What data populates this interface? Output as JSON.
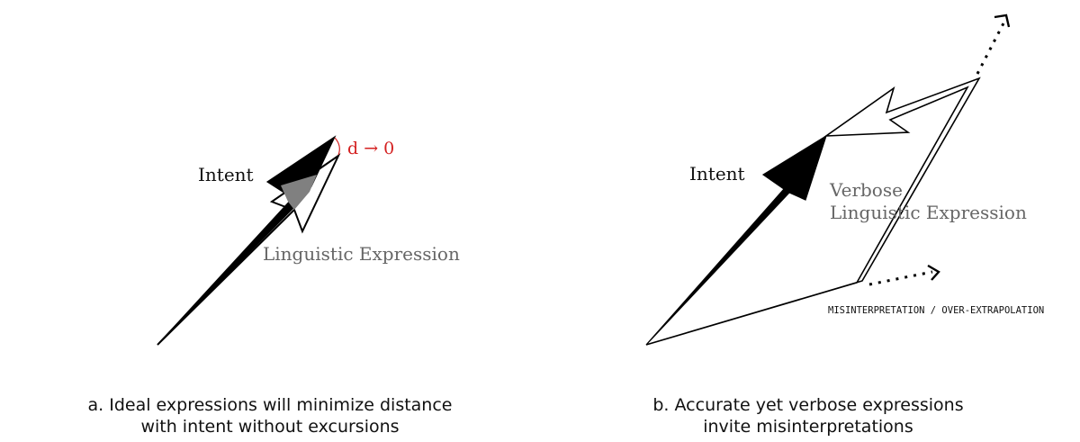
{
  "panel_a": {
    "intent_label": "Intent",
    "expression_label": "Linguistic Expression",
    "distance_label": "d → 0",
    "caption_line1": "a. Ideal expressions will minimize distance",
    "caption_line2": "with intent without excursions"
  },
  "panel_b": {
    "intent_label": "Intent",
    "expression_label_line1": "Verbose",
    "expression_label_line2": "Linguistic Expression",
    "misinterpretation_label": "MISINTERPRETATION / OVER-EXTRAPOLATION",
    "caption_line1": "b. Accurate yet verbose expressions",
    "caption_line2": "invite misinterpretations"
  },
  "colors": {
    "intent": "#000000",
    "expression_text": "#666666",
    "distance": "#d42020",
    "overlap": "#808080"
  }
}
